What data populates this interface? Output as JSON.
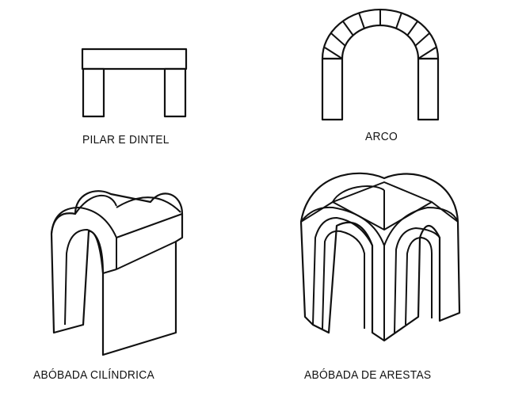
{
  "labels": {
    "pilar": "PILAR E DINTEL",
    "arco": "ARCO",
    "cilindrica": "ABÓBADA CILÍNDRICA",
    "arestas": "ABÓBADA DE ARESTAS"
  }
}
